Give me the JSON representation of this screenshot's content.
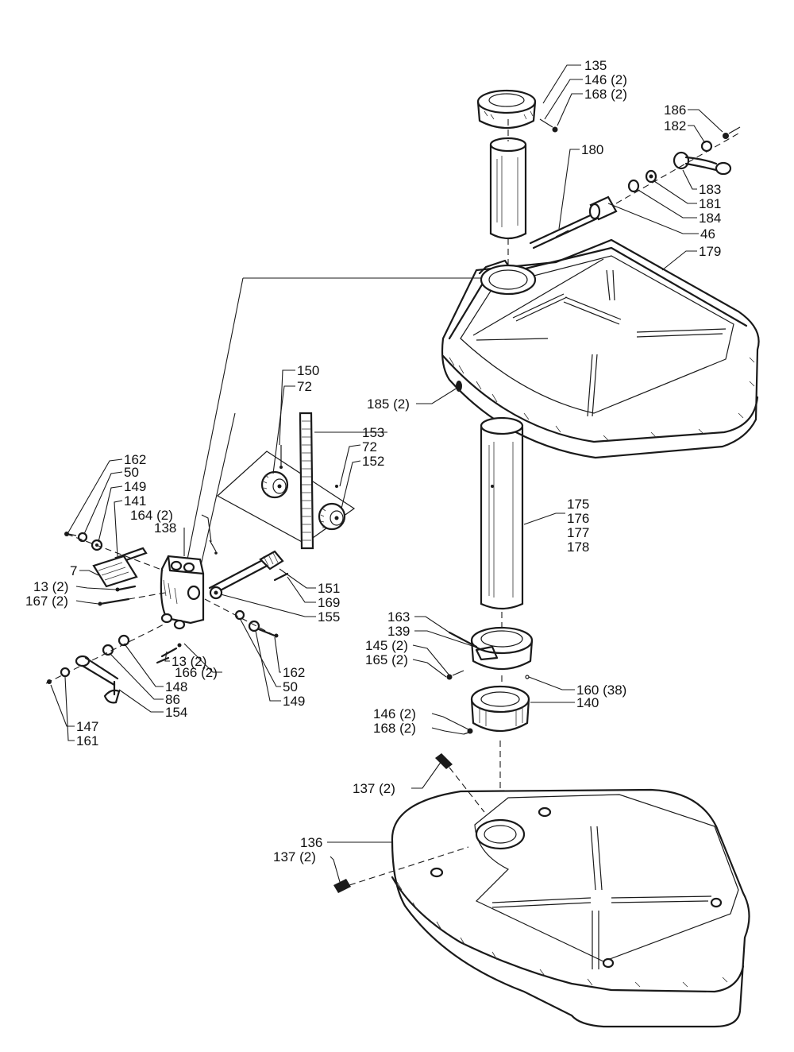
{
  "callouts": [
    {
      "id": "c-135",
      "text": "135"
    },
    {
      "id": "c-146a",
      "text": "146 (2)"
    },
    {
      "id": "c-168a",
      "text": "168 (2)"
    },
    {
      "id": "c-186",
      "text": "186"
    },
    {
      "id": "c-182",
      "text": "182"
    },
    {
      "id": "c-180",
      "text": "180"
    },
    {
      "id": "c-183",
      "text": "183"
    },
    {
      "id": "c-181",
      "text": "181"
    },
    {
      "id": "c-184",
      "text": "184"
    },
    {
      "id": "c-46",
      "text": "46"
    },
    {
      "id": "c-179",
      "text": "179"
    },
    {
      "id": "c-185",
      "text": "185 (2)"
    },
    {
      "id": "c-150",
      "text": "150"
    },
    {
      "id": "c-72a",
      "text": "72"
    },
    {
      "id": "c-153",
      "text": "153"
    },
    {
      "id": "c-72b",
      "text": "72"
    },
    {
      "id": "c-152",
      "text": "152"
    },
    {
      "id": "c-162a",
      "text": "162"
    },
    {
      "id": "c-50a",
      "text": "50"
    },
    {
      "id": "c-149a",
      "text": "149"
    },
    {
      "id": "c-141",
      "text": "141"
    },
    {
      "id": "c-164",
      "text": "164 (2)"
    },
    {
      "id": "c-138",
      "text": "138"
    },
    {
      "id": "c-7",
      "text": "7"
    },
    {
      "id": "c-13a",
      "text": "13 (2)"
    },
    {
      "id": "c-167",
      "text": "167 (2)"
    },
    {
      "id": "c-175",
      "text": "175"
    },
    {
      "id": "c-176",
      "text": "176"
    },
    {
      "id": "c-177",
      "text": "177"
    },
    {
      "id": "c-178",
      "text": "178"
    },
    {
      "id": "c-151",
      "text": "151"
    },
    {
      "id": "c-169",
      "text": "169"
    },
    {
      "id": "c-155",
      "text": "155"
    },
    {
      "id": "c-163",
      "text": "163"
    },
    {
      "id": "c-139",
      "text": "139"
    },
    {
      "id": "c-145",
      "text": "145 (2)"
    },
    {
      "id": "c-165",
      "text": "165 (2)"
    },
    {
      "id": "c-13b",
      "text": "13 (2)"
    },
    {
      "id": "c-166",
      "text": "166 (2)"
    },
    {
      "id": "c-162b",
      "text": "162"
    },
    {
      "id": "c-148",
      "text": "148"
    },
    {
      "id": "c-50b",
      "text": "50"
    },
    {
      "id": "c-86",
      "text": "86"
    },
    {
      "id": "c-149b",
      "text": "149"
    },
    {
      "id": "c-154",
      "text": "154"
    },
    {
      "id": "c-160",
      "text": "160 (38)"
    },
    {
      "id": "c-140",
      "text": "140"
    },
    {
      "id": "c-147",
      "text": "147"
    },
    {
      "id": "c-161",
      "text": "161"
    },
    {
      "id": "c-146b",
      "text": "146 (2)"
    },
    {
      "id": "c-168b",
      "text": "168 (2)"
    },
    {
      "id": "c-137a",
      "text": "137 (2)"
    },
    {
      "id": "c-136",
      "text": "136"
    },
    {
      "id": "c-137b",
      "text": "137 (2)"
    }
  ]
}
